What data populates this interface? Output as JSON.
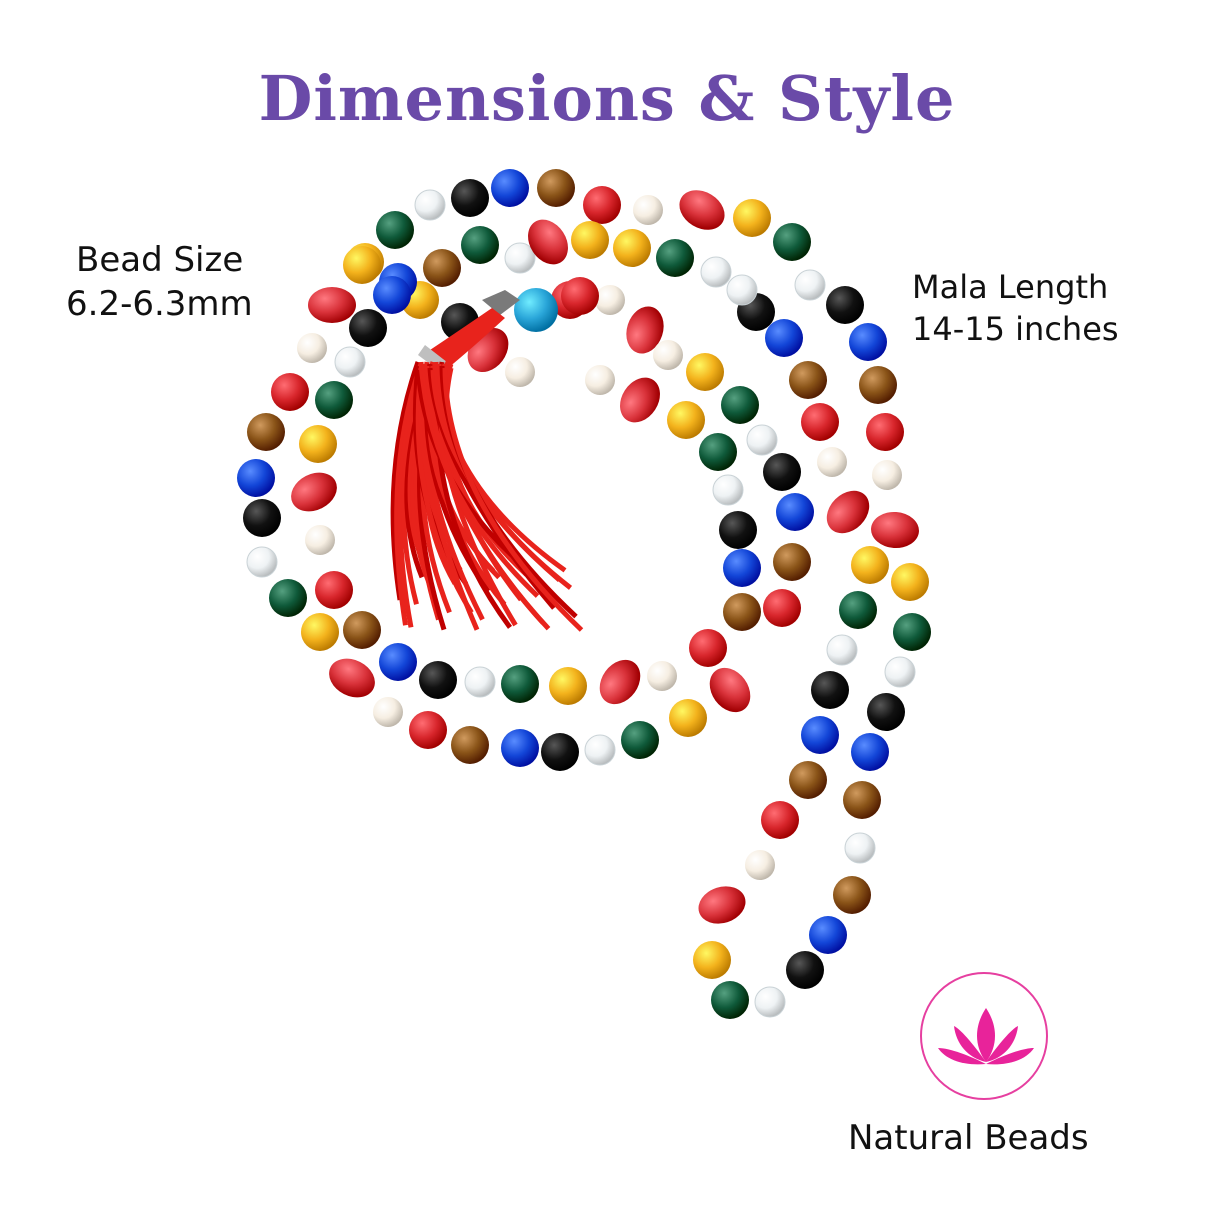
{
  "heading": {
    "text": "Dimensions & Style",
    "color": "#6a4aa8"
  },
  "bead_size": {
    "label": "Bead Size",
    "value": "6.2-6.3mm"
  },
  "mala_length": {
    "label": "Mala Length",
    "value": "14-15 inches"
  },
  "badge": {
    "icon": "lotus-icon",
    "label": "Natural Beads",
    "accent": "#e8239a"
  },
  "colors": {
    "red": "#d8262c",
    "coral": "#d9323a",
    "yellow": "#f3b21c",
    "green": "#0f5a3a",
    "blue": "#1346d8",
    "black": "#111111",
    "tiger": "#8a5418",
    "pearl": "#f6eee2",
    "crystal": "#eef2f4",
    "turquoise": "#2aa6d9",
    "tassel": "#e8231c"
  }
}
